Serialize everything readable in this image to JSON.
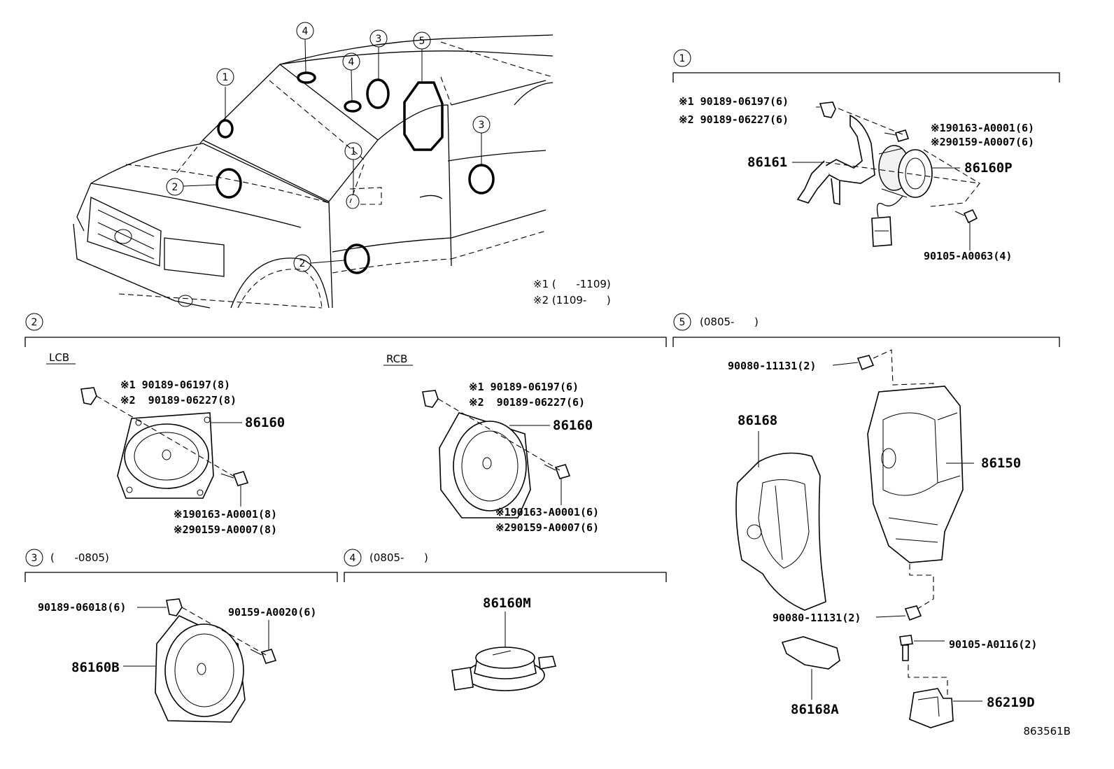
{
  "footnotes": {
    "note1": "※1 (      -1109)",
    "note2": "※2 (1109-      )"
  },
  "callouts": [
    "1",
    "2",
    "3",
    "4",
    "5"
  ],
  "section1": {
    "number": "1",
    "parts": {
      "clip1": "※1 90189-06197(6)",
      "clip2": "※2 90189-06227(6)",
      "screw1": "※190163-A0001(6)",
      "screw2": "※290159-A0007(6)",
      "bracket": "86161",
      "speaker": "86160P",
      "bolt": "90105-A0063(4)"
    }
  },
  "section2": {
    "number": "2",
    "lcb": {
      "label": "LCB",
      "clip1": "※1 90189-06197(8)",
      "clip2": "※2  90189-06227(8)",
      "speaker": "86160",
      "screw1": "※190163-A0001(8)",
      "screw2": "※290159-A0007(8)"
    },
    "rcb": {
      "label": "RCB",
      "clip1": "※1 90189-06197(6)",
      "clip2": "※2  90189-06227(6)",
      "speaker": "86160",
      "screw1": "※190163-A0001(6)",
      "screw2": "※290159-A0007(6)"
    }
  },
  "section3": {
    "number": "3",
    "range": "(      -0805)",
    "clip": "90189-06018(6)",
    "screw": "90159-A0020(6)",
    "speaker": "86160B"
  },
  "section4": {
    "number": "4",
    "range": "(0805-      )",
    "tweeter": "86160M"
  },
  "section5": {
    "number": "5",
    "range": "(0805-      )",
    "bolt_top": "90080-11131(2)",
    "cover": "86168",
    "box": "86150",
    "bolt_bottom": "90080-11131(2)",
    "bolt_bracket": "90105-A0116(2)",
    "pad": "86168A",
    "bracket": "86219D"
  },
  "diagram_id": "863561B"
}
